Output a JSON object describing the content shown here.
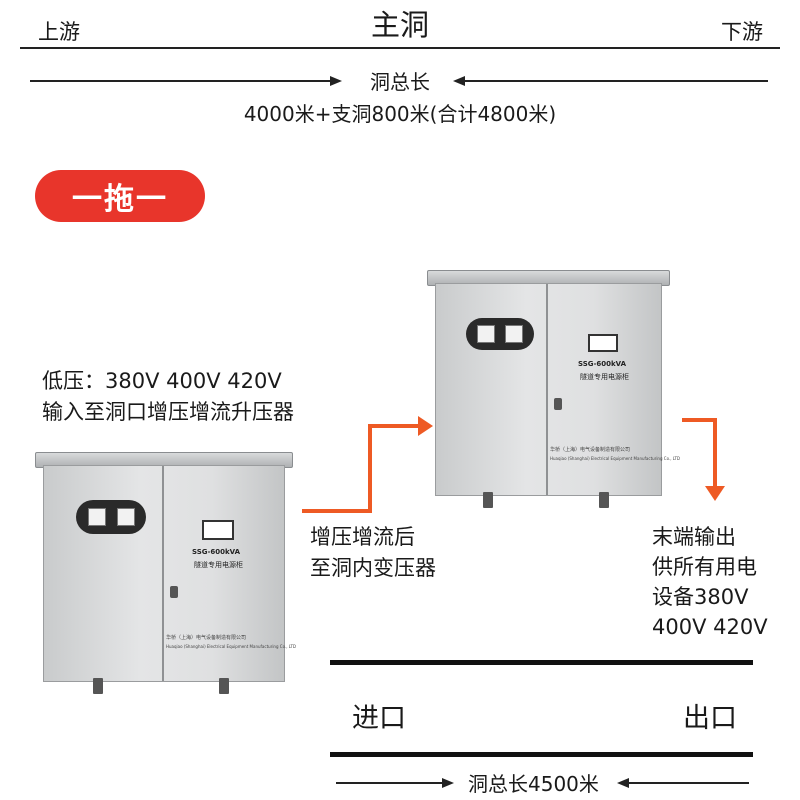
{
  "header": {
    "upstream": "上游",
    "main_tunnel": "主洞",
    "downstream": "下游",
    "total_length_label": "洞总长",
    "length_formula": "4000米+支洞800米(合计4800米)"
  },
  "badge": {
    "label": "一拖一"
  },
  "left_label": {
    "line1": "低压：380V  400V  420V",
    "line2": "输入至洞口增压增流升压器"
  },
  "middle_label": {
    "line1": "增压增流后",
    "line2": "至洞内变压器"
  },
  "right_label": {
    "line1": "末端输出",
    "line2": "供所有用电",
    "line3": "设备380V",
    "line4": "400V 420V"
  },
  "cabinet": {
    "model": "SSG-600kVA",
    "subtitle": "隧道专用电源柜",
    "manufacturer_cn": "华桥（上海）电气设备制造有限公司",
    "manufacturer_en": "Huaqiao (Shanghai) Electrical Equipment Manufacturing Co., LTD"
  },
  "bottom": {
    "inlet": "进口",
    "outlet": "出口",
    "total_length": "洞总长4500米"
  },
  "colors": {
    "badge": "#e8352b",
    "arrow": "#ee5a24",
    "text": "#1a1a1a"
  }
}
